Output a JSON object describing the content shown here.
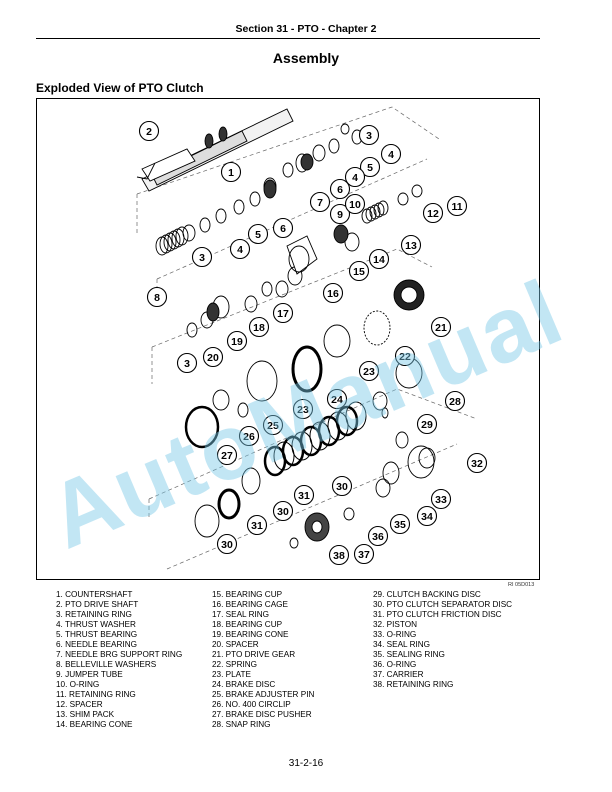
{
  "header": {
    "title": "Section 31 - PTO - Chapter 2"
  },
  "page_title": "Assembly",
  "section_title": "Exploded View of PTO Clutch",
  "figure_ref": "RI 05D013",
  "watermark": "AutoManual",
  "callouts": [
    "2",
    "1",
    "3",
    "4",
    "5",
    "4",
    "6",
    "7",
    "9",
    "10",
    "11",
    "12",
    "6",
    "5",
    "4",
    "3",
    "13",
    "14",
    "15",
    "8",
    "16",
    "17",
    "18",
    "19",
    "20",
    "3",
    "21",
    "22",
    "23",
    "23",
    "24",
    "25",
    "26",
    "27",
    "28",
    "29",
    "32",
    "30",
    "31",
    "33",
    "34",
    "35",
    "36",
    "31",
    "30",
    "30",
    "37",
    "38"
  ],
  "legend": [
    "1. COUNTERSHAFT",
    "2. PTO DRIVE SHAFT",
    "3. RETAINING RING",
    "4. THRUST WASHER",
    "5. THRUST BEARING",
    "6. NEEDLE BEARING",
    "7. NEEDLE BRG SUPPORT RING",
    "8. BELLEVILLE WASHERS",
    "9. JUMPER TUBE",
    "10. O-RING",
    "11. RETAINING RING",
    "12. SPACER",
    "13. SHIM PACK",
    "14. BEARING CONE",
    "15. BEARING CUP",
    "16. BEARING CAGE",
    "17. SEAL RING",
    "18. BEARING CUP",
    "19. BEARING CONE",
    "20. SPACER",
    "21. PTO DRIVE GEAR",
    "22. SPRING",
    "23. PLATE",
    "24. BRAKE DISC",
    "25. BRAKE ADJUSTER PIN",
    "26. NO. 400 CIRCLIP",
    "27. BRAKE DISC PUSHER",
    "28. SNAP RING",
    "29. CLUTCH BACKING DISC",
    "30. PTO CLUTCH SEPARATOR DISC",
    "31. PTO CLUTCH FRICTION DISC",
    "32. PISTON",
    "33. O-RING",
    "34. SEAL RING",
    "35.  SEALING RING",
    "36. O-RING",
    "37. CARRIER",
    "38. RETAINING RING"
  ],
  "page_number": "31-2-16"
}
